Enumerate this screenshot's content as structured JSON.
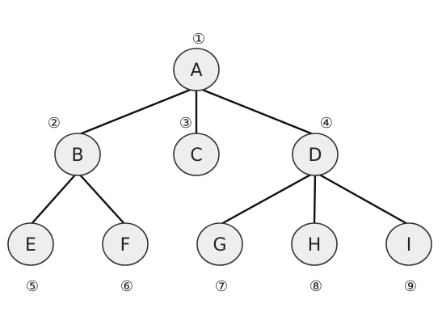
{
  "tree": {
    "nodes": [
      {
        "id": "A",
        "label": "A",
        "order": "①"
      },
      {
        "id": "B",
        "label": "B",
        "order": "②"
      },
      {
        "id": "C",
        "label": "C",
        "order": "③"
      },
      {
        "id": "D",
        "label": "D",
        "order": "④"
      },
      {
        "id": "E",
        "label": "E",
        "order": "⑤"
      },
      {
        "id": "F",
        "label": "F",
        "order": "⑥"
      },
      {
        "id": "G",
        "label": "G",
        "order": "⑦"
      },
      {
        "id": "H",
        "label": "H",
        "order": "⑧"
      },
      {
        "id": "I",
        "label": "I",
        "order": "⑨"
      }
    ],
    "edges": [
      [
        "A",
        "B"
      ],
      [
        "A",
        "C"
      ],
      [
        "A",
        "D"
      ],
      [
        "B",
        "E"
      ],
      [
        "B",
        "F"
      ],
      [
        "D",
        "G"
      ],
      [
        "D",
        "H"
      ],
      [
        "D",
        "I"
      ]
    ]
  }
}
